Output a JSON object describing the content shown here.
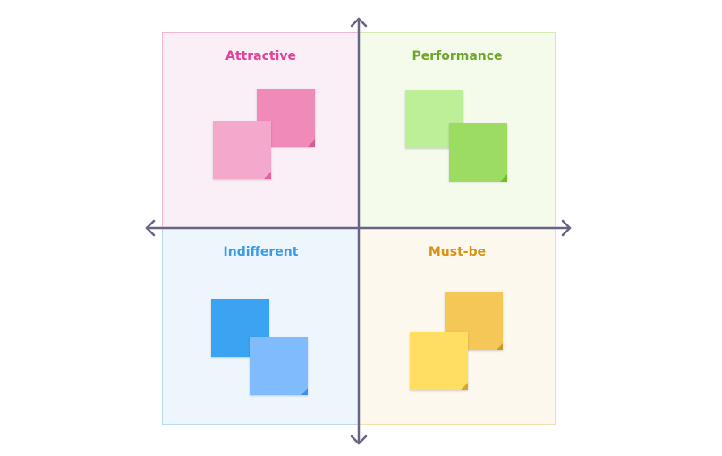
{
  "quadrants": {
    "attractive": {
      "title": "Attractive",
      "color": "#e43f9b"
    },
    "performance": {
      "title": "Performance",
      "color": "#6da52a"
    },
    "indifferent": {
      "title": "Indifferent",
      "color": "#3a9be6"
    },
    "must_be": {
      "title": "Must-be",
      "color": "#d8920f"
    }
  },
  "axis_color": "#676486"
}
